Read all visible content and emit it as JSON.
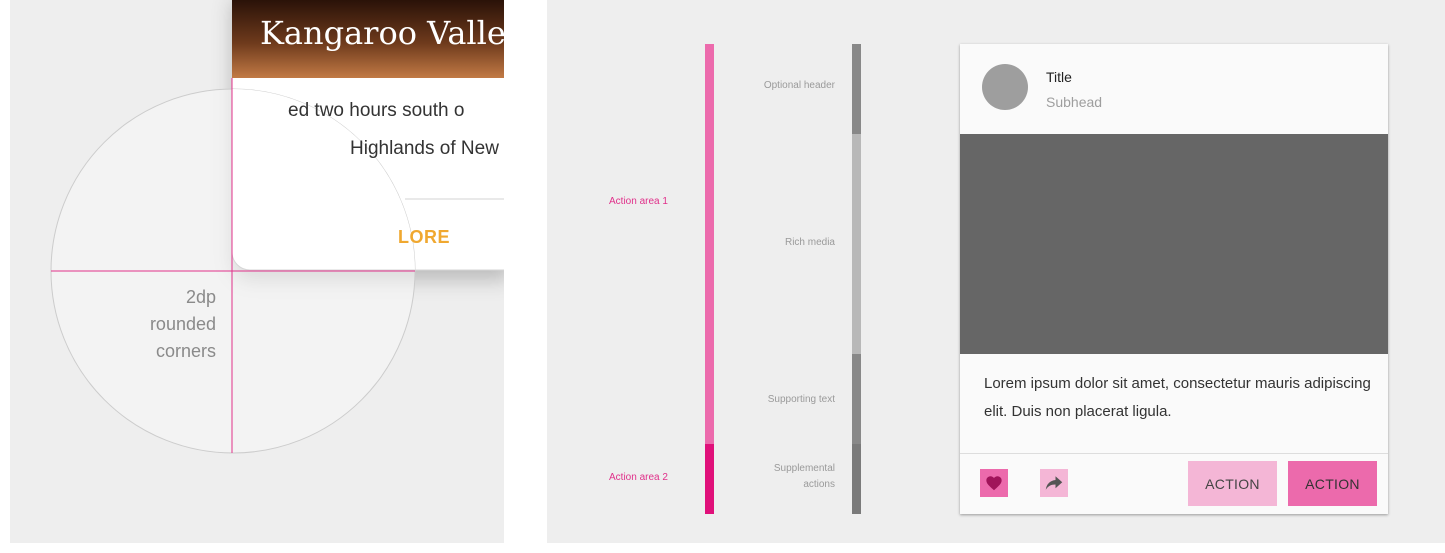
{
  "left": {
    "card_title": "Kangaroo Valle",
    "body_line1": "ed two hours south o",
    "body_line2": "Highlands of New",
    "explore": "LORE",
    "annotation": [
      "2dp",
      "rounded",
      "corners"
    ]
  },
  "anatomy": {
    "action_area_1": "Action area 1",
    "action_area_2": "Action area 2",
    "optional_header": "Optional header",
    "rich_media": "Rich media",
    "supporting_text": "Supporting text",
    "supplemental_line1": "Supplemental",
    "supplemental_line2": "actions"
  },
  "card": {
    "title": "Title",
    "subhead": "Subhead",
    "supporting": "Lorem ipsum dolor sit amet, consectetur mauris adipiscing elit. Duis non placerat ligula.",
    "action1": "ACTION",
    "action2": "ACTION"
  },
  "icons": {
    "favorite": "heart-icon",
    "share": "share-icon"
  },
  "colors": {
    "accent_pink": "#e0308a",
    "pink_bar": "#ec6aac",
    "pink_dark": "#e0107a",
    "explore_orange": "#f0a830",
    "media_grey": "#666666",
    "action1_bg": "#f4b6d6",
    "action2_bg": "#ec6aac"
  }
}
